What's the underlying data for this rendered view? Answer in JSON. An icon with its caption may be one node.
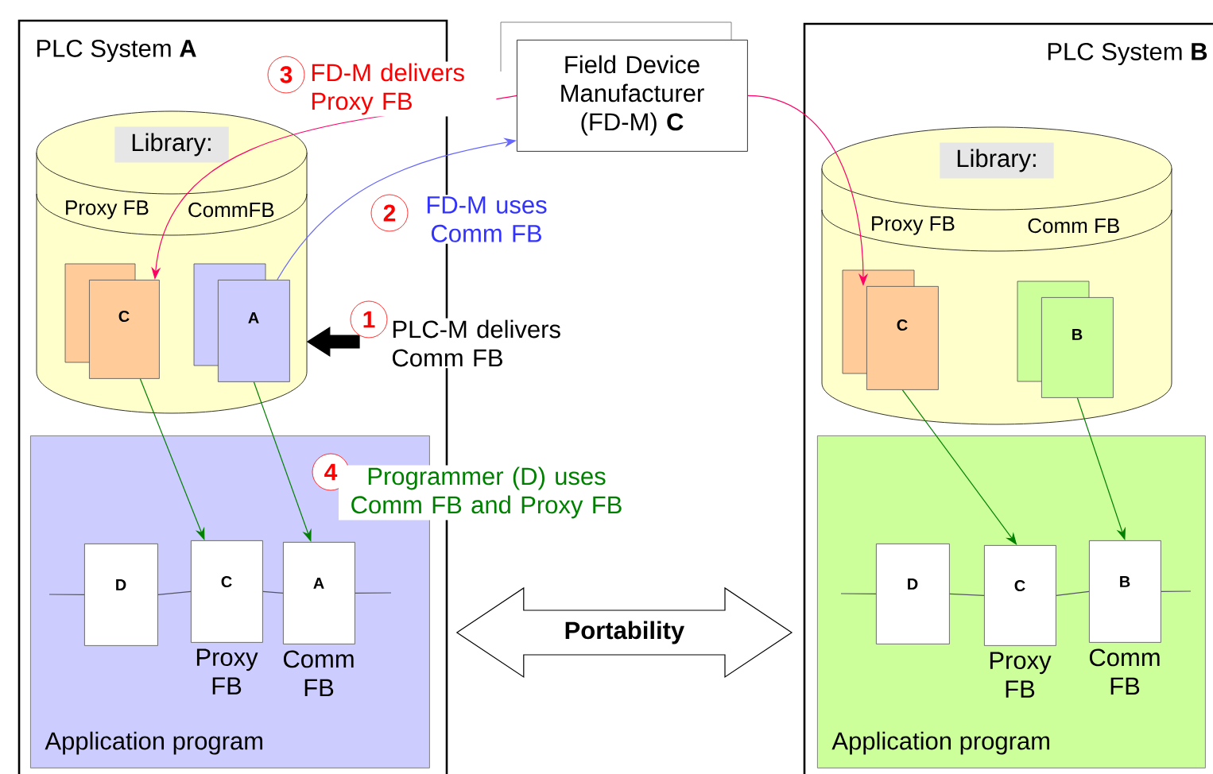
{
  "diagram": {
    "nodes": [
      {
        "text": [
          "PLC System **A**"
        ]
      },
      {
        "text": [
          "Library:",
          "Proxy FB",
          "CommFB"
        ],
        "in": 0
      },
      {
        "text": [
          "C"
        ],
        "in": 1
      },
      {
        "text": [
          "A"
        ],
        "in": 1
      },
      {
        "text": [
          "Application program"
        ],
        "in": 0
      },
      {
        "text": [
          "D"
        ],
        "in": 4
      },
      {
        "text": [
          "C"
        ],
        "in": 4,
        "beside": [
          "Proxy FB"
        ]
      },
      {
        "text": [
          "A"
        ],
        "in": 4,
        "beside": [
          "Comm FB"
        ]
      },
      {
        "text": [
          "Field Device Manufacturer (FD-M) **C**"
        ]
      },
      {
        "text": [
          "PLC System **B**"
        ]
      },
      {
        "text": [
          "Library:",
          "Proxy FB",
          "Comm FB"
        ],
        "in": 9
      },
      {
        "text": [
          "C"
        ],
        "in": 10
      },
      {
        "text": [
          "B"
        ],
        "in": 10
      },
      {
        "text": [
          "Application program"
        ],
        "in": 9
      },
      {
        "text": [
          "D"
        ],
        "in": 13
      },
      {
        "text": [
          "C"
        ],
        "in": 13,
        "beside": [
          "Proxy FB"
        ]
      },
      {
        "text": [
          "B"
        ],
        "in": 13,
        "beside": [
          "Comm FB"
        ]
      }
    ],
    "edges": [
      {
        "from": 8,
        "to": 2,
        "arrow": "to",
        "color": "#ff0066"
      },
      {
        "from": 3,
        "to": 8,
        "arrow": "to",
        "color": "#6666ff"
      },
      {
        "from": 8,
        "to": 11,
        "arrow": "to",
        "color": "#ff0066"
      },
      {
        "from": null,
        "to": 1,
        "arrow": "to",
        "style": "thick",
        "color": "#000000"
      },
      {
        "from": 2,
        "to": 6,
        "arrow": "to",
        "color": "#008000"
      },
      {
        "from": 3,
        "to": 7,
        "arrow": "to",
        "color": "#008000"
      },
      {
        "from": 11,
        "to": 15,
        "arrow": "to",
        "color": "#008000"
      },
      {
        "from": 12,
        "to": 16,
        "arrow": "to",
        "color": "#008000"
      },
      {
        "from": 0,
        "to": 9,
        "arrow": "both",
        "style": "thick",
        "label": "**Portability**"
      },
      {
        "from": null,
        "to": 5,
        "arrow": "none",
        "color": "#555566"
      },
      {
        "from": 5,
        "to": 6,
        "arrow": "none",
        "color": "#555566"
      },
      {
        "from": 6,
        "to": 7,
        "arrow": "none",
        "color": "#555566"
      },
      {
        "from": 7,
        "to": null,
        "arrow": "none",
        "color": "#555566"
      },
      {
        "from": null,
        "to": 14,
        "arrow": "none",
        "color": "#555566"
      },
      {
        "from": 14,
        "to": 15,
        "arrow": "none",
        "color": "#555566"
      },
      {
        "from": 15,
        "to": 16,
        "arrow": "none",
        "color": "#555566"
      },
      {
        "from": 16,
        "to": null,
        "arrow": "none",
        "color": "#555566"
      }
    ],
    "labels": [
      "3",
      "FD-M delivers Proxy FB",
      "2",
      "FD-M uses Comm FB",
      "1",
      "PLC-M delivers Comm FB",
      "4",
      "Programmer (D) uses Comm FB and Proxy FB"
    ]
  }
}
